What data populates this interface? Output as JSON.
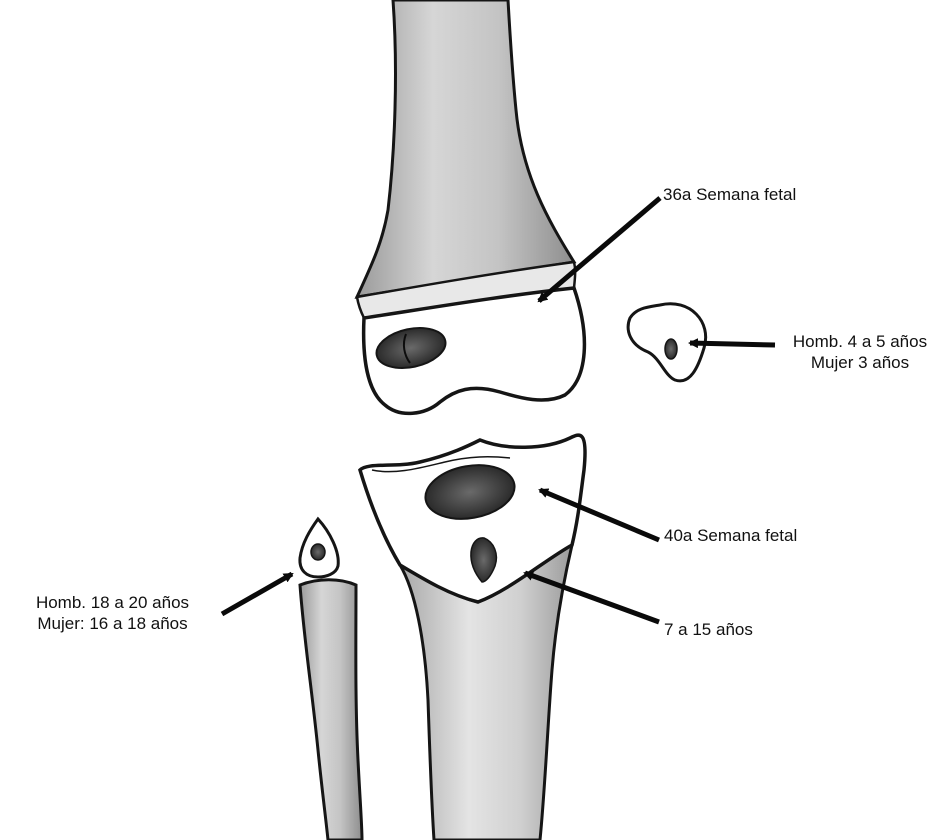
{
  "labels": {
    "femur": "36a Semana fetal",
    "patella_line1": "Homb. 4 a 5 años",
    "patella_line2": "Mujer 3 años",
    "tibia_epiphysis": "40a Semana fetal",
    "tibial_tuberosity": "7 a 15 años",
    "fibula_line1": "Homb. 18 a 20 años",
    "fibula_line2": "Mujer: 16 a 18 años"
  },
  "colors": {
    "outline": "#151515",
    "ossification_center": "#3a3a3a",
    "bone_shading": "#b8b8b8",
    "arrow": "#0a0a0a"
  }
}
